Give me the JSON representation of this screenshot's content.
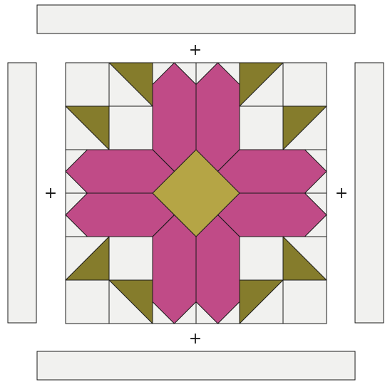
{
  "colors": {
    "background": "#f1f1ef",
    "outline": "#1a1a1a",
    "magenta": "#c04b87",
    "pink": "#e46ea6",
    "olive": "#857c2c",
    "gold": "#b5a545"
  },
  "symbols": {
    "join": "+"
  },
  "quilt": {
    "grid_cells": 6,
    "description_items": [
      "corner-star-block",
      "tulip-block",
      "center-square"
    ]
  }
}
